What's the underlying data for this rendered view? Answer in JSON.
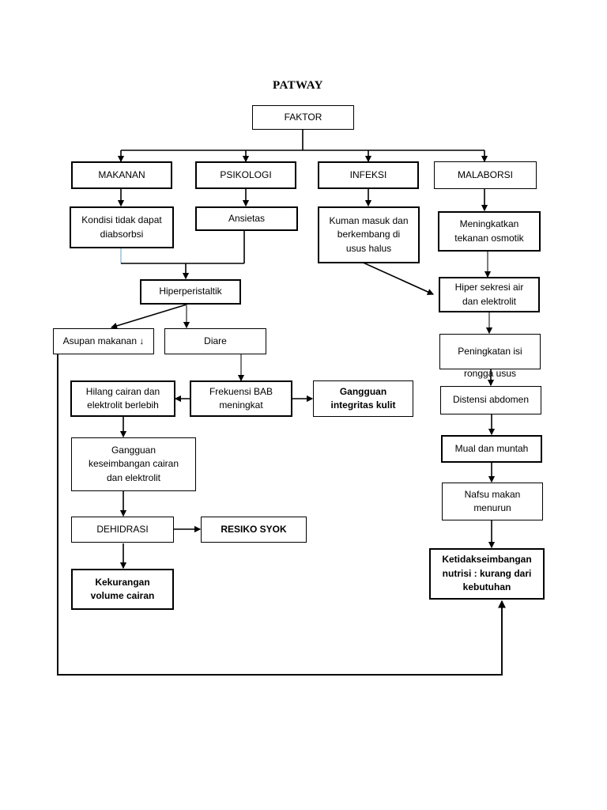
{
  "diagram": {
    "title": "PATWAY",
    "type": "flowchart",
    "nodes": [
      {
        "id": "faktor",
        "label": "FAKTOR"
      },
      {
        "id": "makanan",
        "label": "MAKANAN"
      },
      {
        "id": "psikologi",
        "label": "PSIKOLOGI"
      },
      {
        "id": "infeksi",
        "label": "INFEKSI"
      },
      {
        "id": "malaborsi",
        "label": "MALABORSI"
      },
      {
        "id": "kondisi",
        "label": "Kondisi tidak dapat\ndiabsorbsi"
      },
      {
        "id": "ansietas",
        "label": "Ansietas"
      },
      {
        "id": "kuman",
        "label": "Kuman masuk dan\nberkembang di\nusus halus"
      },
      {
        "id": "meningkatkan",
        "label": "Meningkatkan\ntekanan osmotik"
      },
      {
        "id": "hiperperistaltik",
        "label": "Hiperperistaltik"
      },
      {
        "id": "hipersekresi",
        "label": "Hiper sekresi air\ndan elektrolit"
      },
      {
        "id": "asupan",
        "label": "Asupan makanan ↓"
      },
      {
        "id": "diare",
        "label": "Diare"
      },
      {
        "id": "peningkatan",
        "label": "Peningkatan isi\nrongga usus"
      },
      {
        "id": "hilang",
        "label": "Hilang cairan dan\nelektrolit berlebih"
      },
      {
        "id": "frekuensi",
        "label": "Frekuensi BAB\nmeningkat"
      },
      {
        "id": "integritas",
        "label": "Gangguan\nintegritas kulit"
      },
      {
        "id": "distensi",
        "label": "Distensi  abdomen"
      },
      {
        "id": "keseimbangan",
        "label": "Gangguan\nkeseimbangan cairan\ndan elektrolit"
      },
      {
        "id": "mual",
        "label": "Mual dan muntah"
      },
      {
        "id": "nafsu",
        "label": "Nafsu makan\nmenurun"
      },
      {
        "id": "dehidrasi",
        "label": "DEHIDRASI"
      },
      {
        "id": "resikosyok",
        "label": "RESIKO SYOK"
      },
      {
        "id": "kekurangan",
        "label": "Kekurangan\nvolume cairan"
      },
      {
        "id": "ketidakseimbangan",
        "label": "Ketidakseimbangan\nnutrisi : kurang dari\nkebutuhan"
      }
    ],
    "edges": [
      {
        "from": "faktor",
        "to": "makanan"
      },
      {
        "from": "faktor",
        "to": "psikologi"
      },
      {
        "from": "faktor",
        "to": "infeksi"
      },
      {
        "from": "faktor",
        "to": "malaborsi"
      },
      {
        "from": "makanan",
        "to": "kondisi"
      },
      {
        "from": "psikologi",
        "to": "ansietas"
      },
      {
        "from": "infeksi",
        "to": "kuman"
      },
      {
        "from": "malaborsi",
        "to": "meningkatkan"
      },
      {
        "from": "kondisi",
        "to": "hiperperistaltik"
      },
      {
        "from": "ansietas",
        "to": "hiperperistaltik"
      },
      {
        "from": "kuman",
        "to": "hipersekresi"
      },
      {
        "from": "meningkatkan",
        "to": "hipersekresi"
      },
      {
        "from": "hiperperistaltik",
        "to": "asupan"
      },
      {
        "from": "hiperperistaltik",
        "to": "diare"
      },
      {
        "from": "hipersekresi",
        "to": "peningkatan"
      },
      {
        "from": "diare",
        "to": "frekuensi"
      },
      {
        "from": "frekuensi",
        "to": "hilang"
      },
      {
        "from": "frekuensi",
        "to": "integritas"
      },
      {
        "from": "peningkatan",
        "to": "distensi"
      },
      {
        "from": "hilang",
        "to": "keseimbangan"
      },
      {
        "from": "distensi",
        "to": "mual"
      },
      {
        "from": "keseimbangan",
        "to": "dehidrasi"
      },
      {
        "from": "mual",
        "to": "nafsu"
      },
      {
        "from": "dehidrasi",
        "to": "resikosyok"
      },
      {
        "from": "dehidrasi",
        "to": "kekurangan"
      },
      {
        "from": "nafsu",
        "to": "ketidakseimbangan"
      },
      {
        "from": "asupan",
        "to": "ketidakseimbangan"
      }
    ],
    "colors": {
      "stroke": "#000000",
      "fill": "#ffffff",
      "text": "#000000",
      "background": "#ffffff"
    }
  }
}
